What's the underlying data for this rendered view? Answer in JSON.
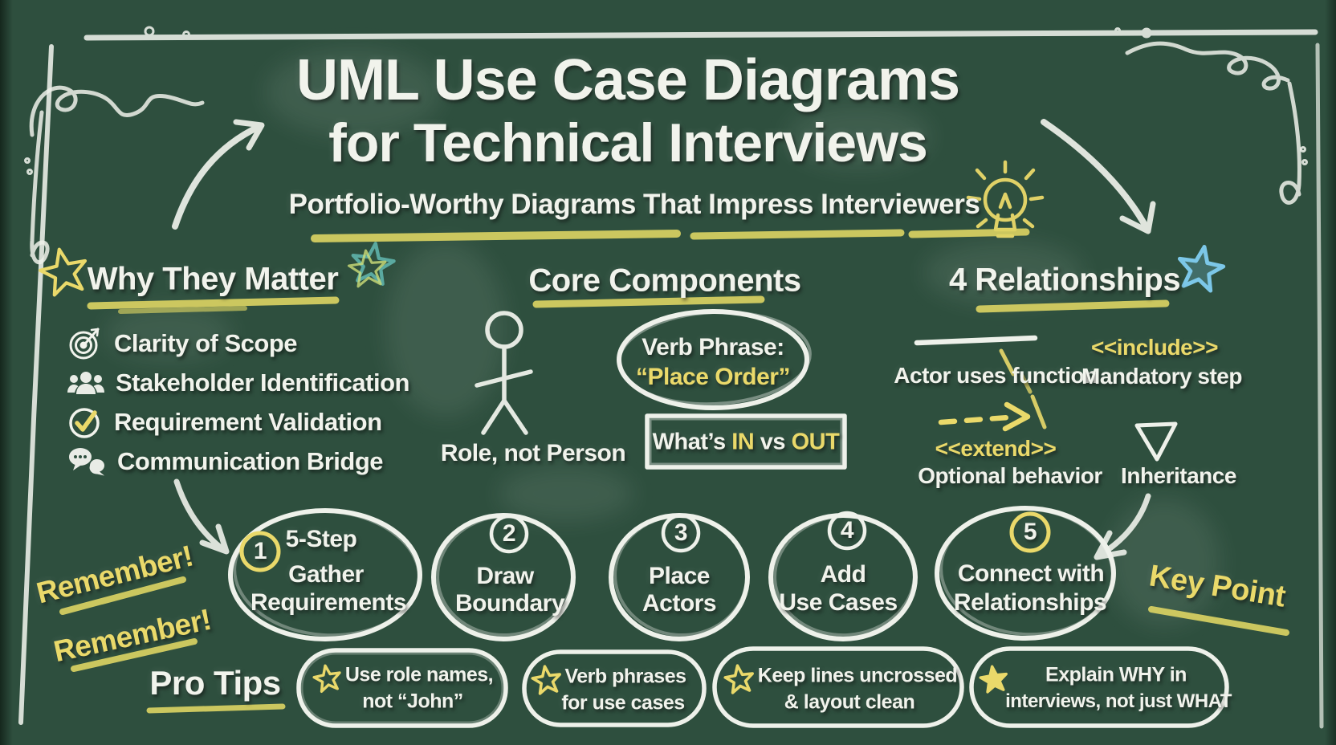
{
  "title": {
    "line1": "UML Use Case Diagrams",
    "line2": "for Technical Interviews"
  },
  "subtitle": "Portfolio-Worthy Diagrams That Impress Interviewers",
  "columns": {
    "why": {
      "heading": "Why They Matter",
      "items": [
        {
          "icon": "target-icon",
          "label": "Clarity of Scope"
        },
        {
          "icon": "people-icon",
          "label": "Stakeholder Identification"
        },
        {
          "icon": "check-circle-icon",
          "label": "Requirement Validation"
        },
        {
          "icon": "speech-bubbles-icon",
          "label": "Communication Bridge"
        }
      ]
    },
    "core": {
      "heading": "Core Components",
      "actor_caption": "Role, not Person",
      "use_case": {
        "line1": "Verb Phrase:",
        "line2": "“Place Order”"
      },
      "boundary": {
        "pre": "What’s ",
        "in": "IN",
        "mid": " vs ",
        "out": "OUT"
      }
    },
    "relationships": {
      "heading": "4 Relationships",
      "association_label": "Actor uses function",
      "include_tag": "<<include>>",
      "include_label": "Mandatory step",
      "extend_tag": "<<extend>>",
      "extend_label": "Optional behavior",
      "inheritance_label": "Inheritance"
    }
  },
  "steps": {
    "intro": "5-Step",
    "items": [
      {
        "num": "1",
        "lines": [
          "Gather",
          "Requirements"
        ]
      },
      {
        "num": "2",
        "lines": [
          "Draw",
          "Boundary"
        ]
      },
      {
        "num": "3",
        "lines": [
          "Place",
          "Actors"
        ]
      },
      {
        "num": "4",
        "lines": [
          "Add",
          "Use Cases"
        ]
      },
      {
        "num": "5",
        "lines": [
          "Connect with",
          "Relationships"
        ]
      }
    ]
  },
  "annotations": {
    "remember1": "Remember!",
    "remember2": "Remember!",
    "key_point": "Key Point"
  },
  "pro_tips": {
    "heading": "Pro Tips",
    "items": [
      {
        "lines": [
          "Use role names,",
          "not “John”"
        ]
      },
      {
        "lines": [
          "Verb phrases",
          "for use cases"
        ]
      },
      {
        "lines": [
          "Keep lines uncrossed",
          "& layout clean"
        ]
      },
      {
        "lines": [
          "Explain WHY in",
          "interviews, not just WHAT"
        ]
      }
    ]
  },
  "colors": {
    "chalk_white": "#f1f3ec",
    "chalk_yellow": "#ead96a",
    "star_blue": "#7cc7e8",
    "star_teal": "#5aa9a0",
    "board_green": "#2e4f3e"
  }
}
